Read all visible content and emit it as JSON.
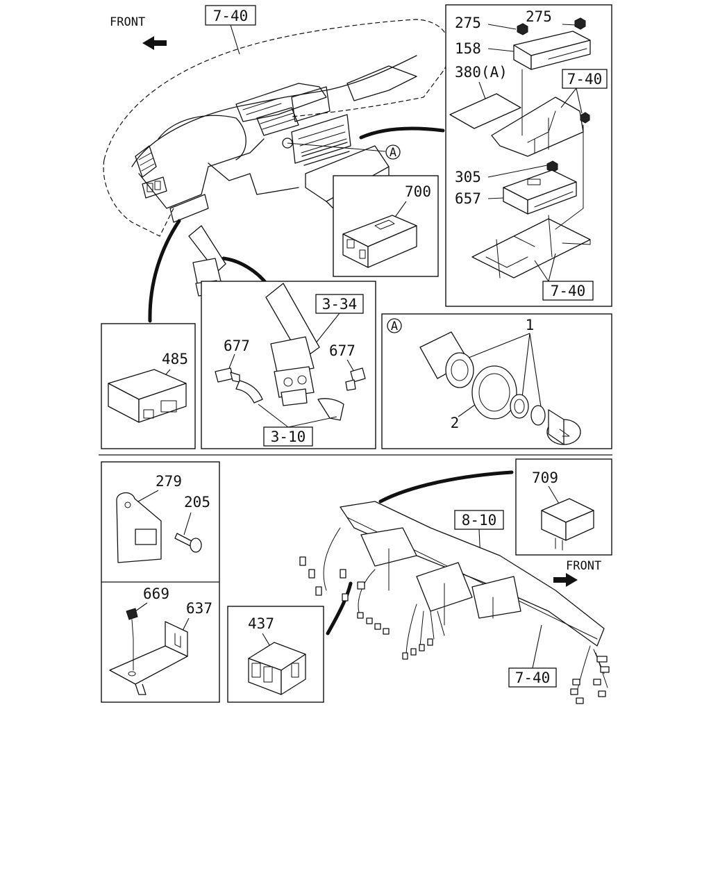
{
  "labels": {
    "front_top": "FRONT",
    "front_bottom": "FRONT",
    "ref_7_40_top": "7-40",
    "ref_7_40_right_upper": "7-40",
    "ref_7_40_right_lower": "7-40",
    "ref_7_40_bottom": "7-40",
    "ref_3_34": "3-34",
    "ref_3_10": "3-10",
    "ref_8_10": "8-10",
    "callout_a": "A",
    "callout_a_box": "A",
    "part_275_left": "275",
    "part_275_right": "275",
    "part_158": "158",
    "part_380a": "380(A)",
    "part_305": "305",
    "part_657": "657",
    "part_700": "700",
    "part_485": "485",
    "part_677_left": "677",
    "part_677_right": "677",
    "part_1": "1",
    "part_2": "2",
    "part_279": "279",
    "part_205": "205",
    "part_669": "669",
    "part_637": "637",
    "part_709": "709",
    "part_437": "437"
  }
}
